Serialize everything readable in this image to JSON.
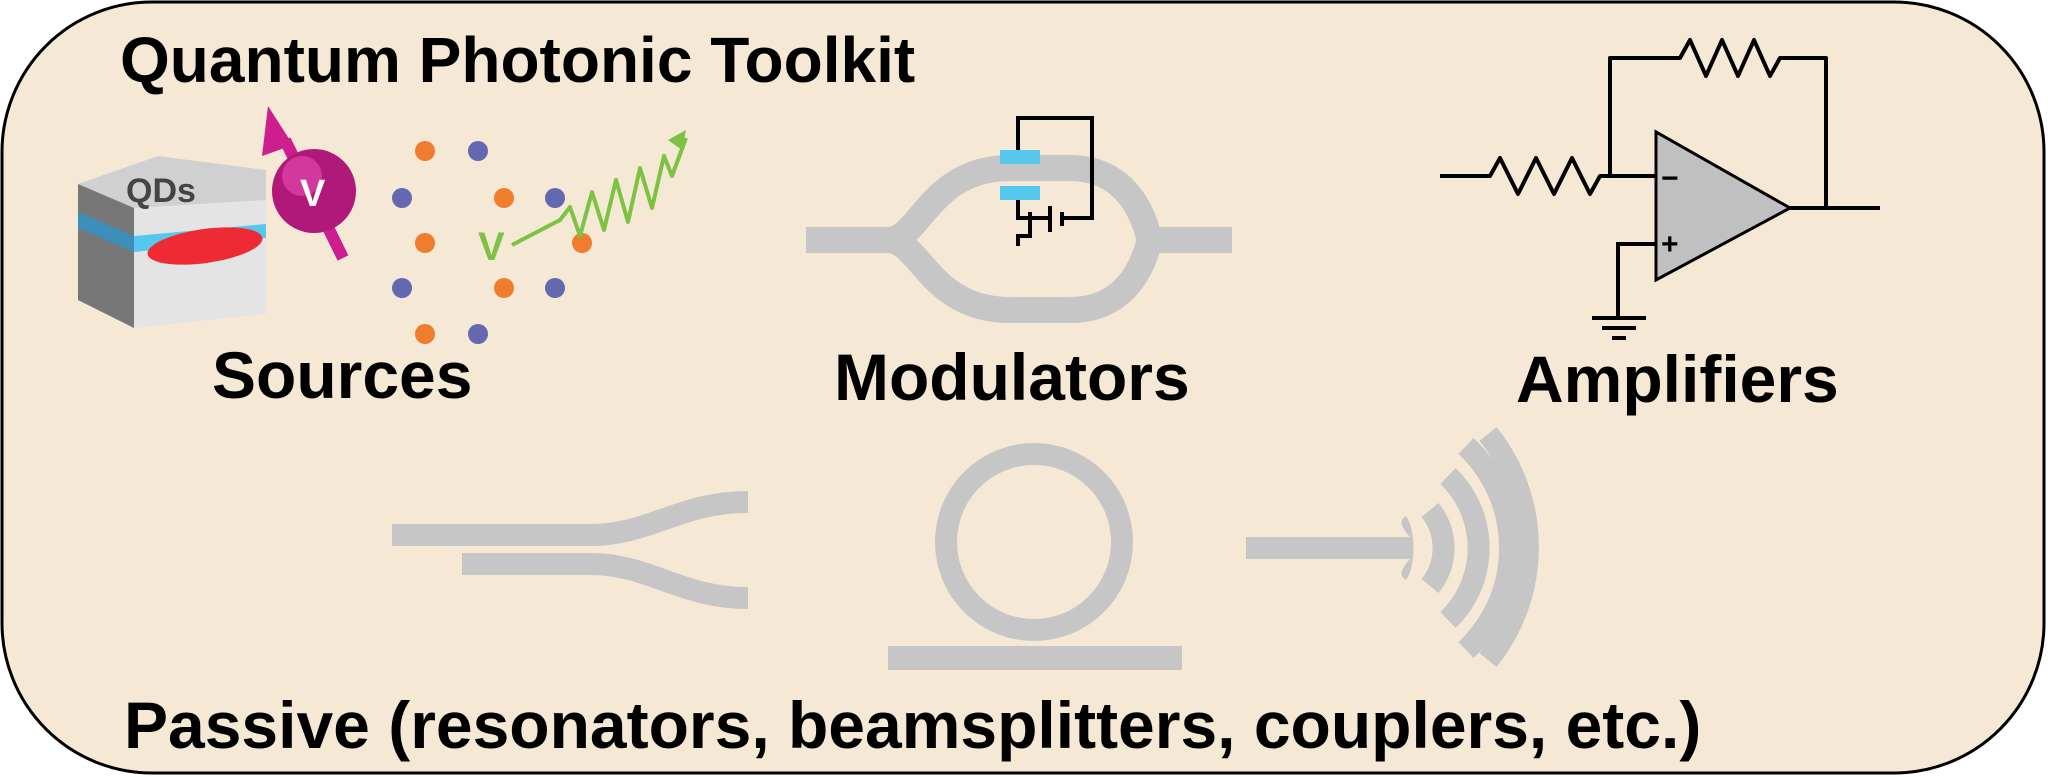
{
  "diagram": {
    "title": "Quantum Photonic Toolkit",
    "colors": {
      "panel_fill": "#f5e9d5",
      "panel_stroke": "#000000",
      "waveguide_gray": "#c6c6c6",
      "electrode_cyan": "#56c8ee",
      "spin_magenta": "#cc1e8e",
      "laser_red": "#ee2a35",
      "photon_green": "#7dc242",
      "dot_orange": "#ef7d2d",
      "dot_blue": "#6368b0",
      "opamp_gray": "#c0c0c0"
    },
    "sources": {
      "label": "Sources",
      "qd_label": "QDs",
      "spin_label": "V",
      "emitter_label": "V"
    },
    "modulators": {
      "label": "Modulators"
    },
    "amplifiers": {
      "label": "Amplifiers",
      "inverting_sign": "−",
      "noninverting_sign": "+"
    },
    "passive": {
      "label": "Passive (resonators, beamsplitters, couplers, etc.)"
    }
  }
}
